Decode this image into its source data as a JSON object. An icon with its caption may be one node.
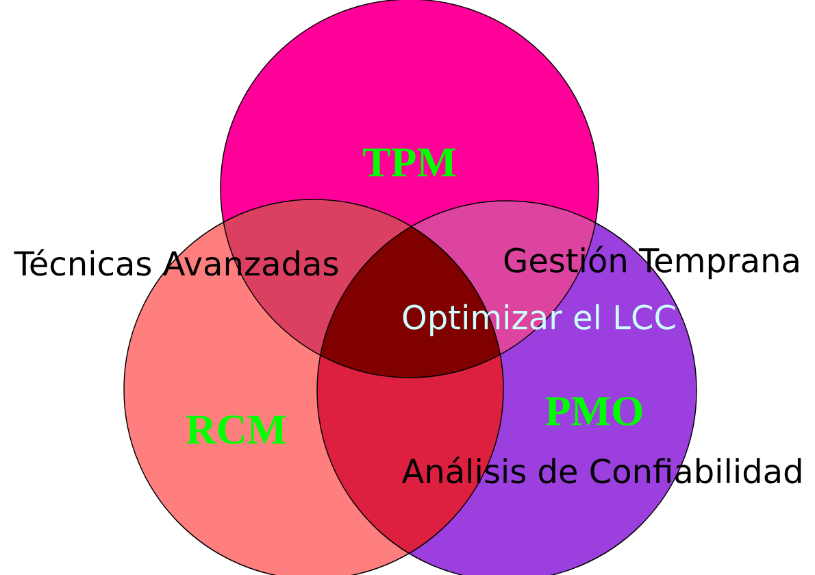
{
  "diagram": {
    "nodes": [
      {
        "text": [
          "TPM"
        ]
      },
      {
        "text": [
          "RCM"
        ]
      },
      {
        "text": [
          "PMO"
        ]
      }
    ],
    "labels": [
      "Técnicas Avanzadas",
      "Gestión Temprana",
      "Optimizar el LCC",
      "Análisis de Confiabilidad"
    ]
  }
}
